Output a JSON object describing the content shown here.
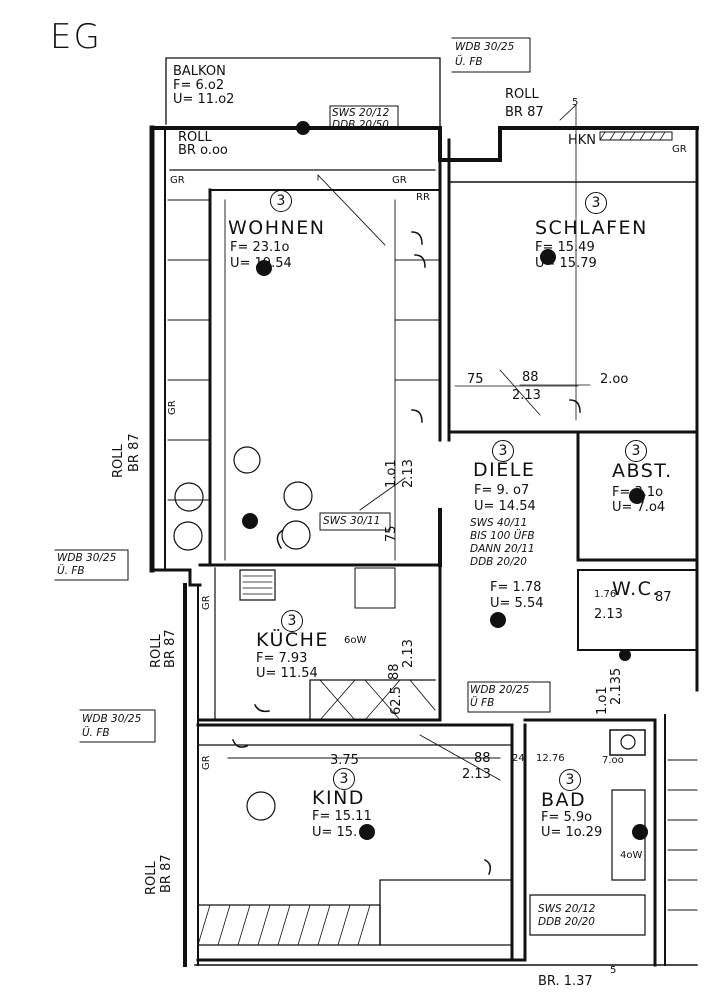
{
  "page_title": "EG",
  "rooms": {
    "balkon": {
      "name": "BALKON",
      "area": "F= 6.o2",
      "perimeter": "U= 11.o2"
    },
    "wohnen": {
      "name": "WOHNEN",
      "area": "F= 23.1o",
      "perimeter": "U= 19.54",
      "mark": "3"
    },
    "schlafen": {
      "name": "SCHLAFEN",
      "area": "F= 15.49",
      "perimeter": "U= 15.79",
      "mark": "3"
    },
    "diele": {
      "name": "DIELE",
      "area": "F= 9. o7",
      "perimeter": "U= 14.54",
      "mark": "3",
      "area2": "F= 1.78",
      "perimeter2": "U= 5.54"
    },
    "abst": {
      "name": "ABST.",
      "area": "F= 3.1o",
      "perimeter": "U= 7.o4",
      "mark": "3"
    },
    "wc": {
      "name": "W.C.",
      "area": "1.76",
      "extra": "87"
    },
    "kueche": {
      "name": "KÜCHE",
      "area": "F= 7.93",
      "perimeter": "U= 11.54",
      "mark": "3",
      "appliance": "6oW"
    },
    "kind": {
      "name": "KIND",
      "area": "F= 15.11",
      "perimeter": "U= 15.",
      "mark": "3"
    },
    "bad": {
      "name": "BAD",
      "area": "F= 5.9o",
      "perimeter": "U= 1o.29",
      "mark": "3",
      "appliance": "4oW"
    }
  },
  "labels": {
    "roll_top": "ROLL",
    "br_top": "BR 87",
    "roll_balkon": "ROLL",
    "br_balkon": "BR o.oo",
    "hkn": "HKN",
    "gr": "GR",
    "rr": "RR",
    "roll_left": "ROLL",
    "br_left": "BR 87",
    "roll_kueche": "ROLL",
    "br_kueche": "BR 87",
    "roll_kind": "ROLL",
    "br_kind": "BR 87",
    "br_bottom": "BR. 1.37",
    "sup5": "5"
  },
  "notes": {
    "wdb_top": [
      "WDB 30/25",
      "Ü. FB"
    ],
    "sws_top": [
      "SWS 20/12",
      "DDB 20/50"
    ],
    "wdb_left1": [
      "WDB 30/25",
      "Ü. FB"
    ],
    "wdb_left2": [
      "WDB 30/25",
      "Ü. FB"
    ],
    "sws_diele": [
      "SWS 40/11",
      "BIS 100 ÜFB",
      "DANN 20/11",
      "DDB 20/20"
    ],
    "sws_wohnen": "SWS 30/11",
    "wdb_mid": [
      "WDB 20/25",
      "Ü FB"
    ],
    "sws_bad": [
      "SWS 20/12",
      "DDB 20/20"
    ]
  },
  "dims": {
    "d75a": "75",
    "d885a": "88",
    "d2135a": "2.13",
    "d200": "2.oo",
    "d101": "1.o1",
    "d2135b": "2.13",
    "d75b": "75",
    "d885b": "88",
    "d2135c": "2.13",
    "d625": "62.5",
    "d375": "3.75",
    "d885c": "88",
    "d2135d": "2.13",
    "d24": "24",
    "d1276": "12.76",
    "d700": "7.oo",
    "d2135e": "2.13",
    "d2135f": "2.135",
    "d1o15": "1.o1"
  }
}
